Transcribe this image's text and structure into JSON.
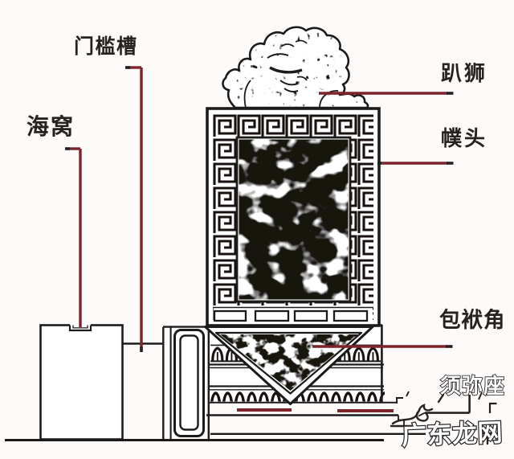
{
  "diagram": {
    "type": "architecture-part-annotation",
    "subject": "Chinese door pier stone (men zhen shi) side elevation",
    "background": "#fcfbfa",
    "ink_color": "#1d1b1a",
    "leader_color": "#7d2329",
    "labels": {
      "door_sill_groove": "门槛槽",
      "sea_socket": "海窝",
      "crouching_lion": "趴狮",
      "futou_head": "幞头",
      "wrapped_corner": "包袱角",
      "sumeru_base": "须弥座"
    },
    "watermark": "广东龙网"
  }
}
